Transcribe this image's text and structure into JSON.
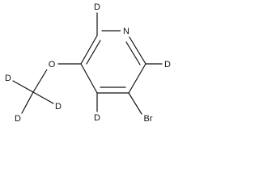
{
  "molecule": {
    "atoms": {
      "n1": "N",
      "d_c2": "D",
      "d_c6": "D",
      "o": "O",
      "br": "Br",
      "d_c4": "D",
      "d_me1": "D",
      "d_me2": "D",
      "d_me3": "D"
    }
  }
}
